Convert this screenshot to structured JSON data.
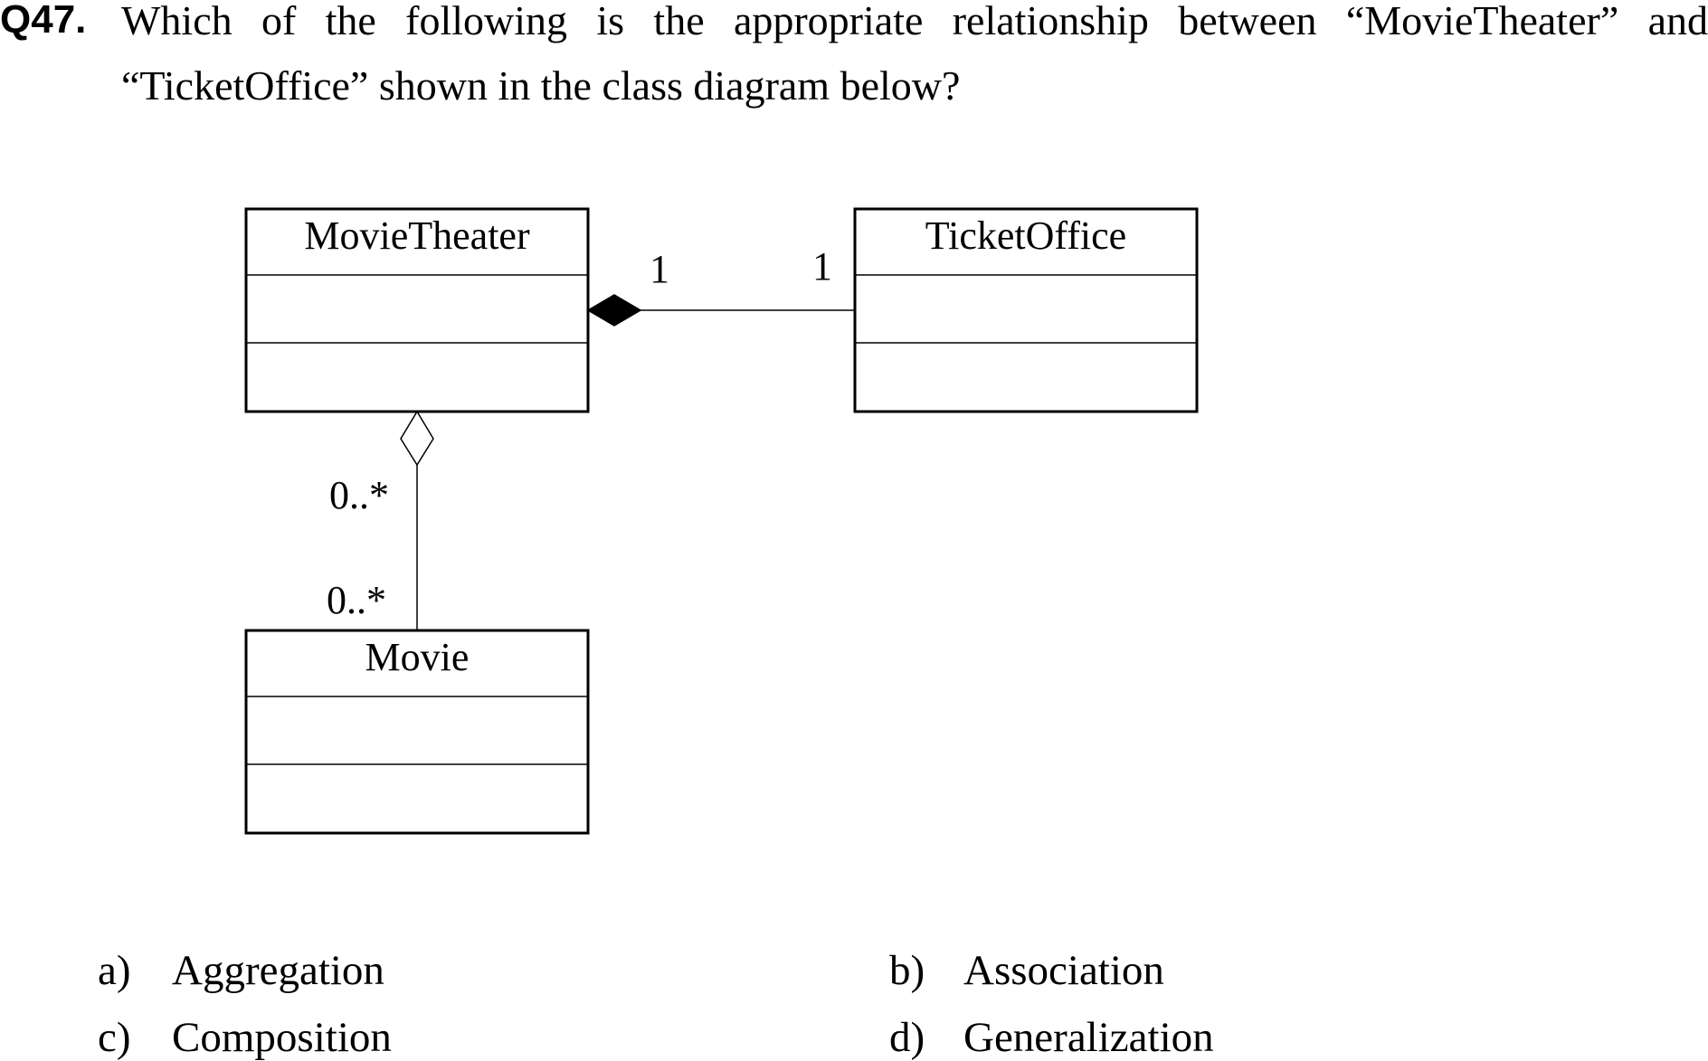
{
  "question": {
    "number": "Q47.",
    "line1": "Which of the following is the appropriate relationship between “MovieTheater” and",
    "line2": "“TicketOffice” shown in the class diagram below?"
  },
  "diagram": {
    "classes": [
      {
        "id": "movie-theater",
        "name": "MovieTheater"
      },
      {
        "id": "ticket-office",
        "name": "TicketOffice"
      },
      {
        "id": "movie",
        "name": "Movie"
      }
    ],
    "relationships": [
      {
        "type": "composition",
        "from": "MovieTheater",
        "to": "TicketOffice",
        "from_multiplicity": "1",
        "to_multiplicity": "1"
      },
      {
        "type": "aggregation",
        "from": "MovieTheater",
        "to": "Movie",
        "from_multiplicity": "0..*",
        "to_multiplicity": "0..*"
      }
    ]
  },
  "options": [
    {
      "letter": "a)",
      "text": "Aggregation"
    },
    {
      "letter": "b)",
      "text": "Association"
    },
    {
      "letter": "c)",
      "text": "Composition"
    },
    {
      "letter": "d)",
      "text": "Generalization"
    }
  ]
}
